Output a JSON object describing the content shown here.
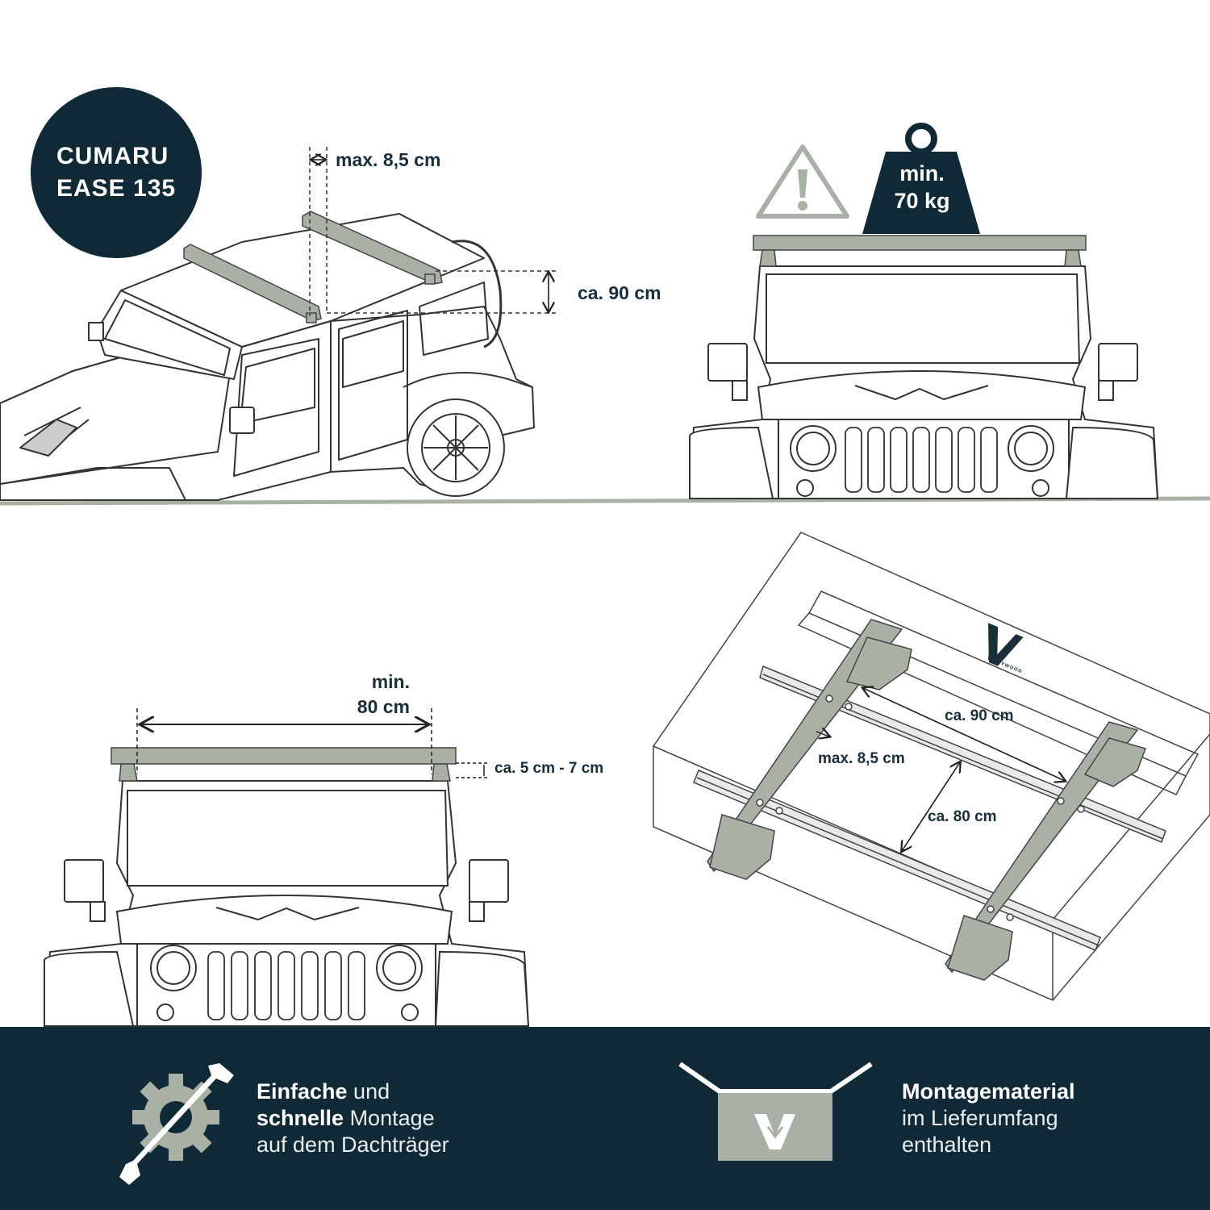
{
  "badge": {
    "line1": "CUMARU",
    "line2": "EASE 135"
  },
  "top_left": {
    "gap_label": "max. 8,5 cm",
    "spacing_label": "ca. 90 cm"
  },
  "top_right": {
    "weight_line1": "min.",
    "weight_line2": "70 kg",
    "warning_icon": "warning-icon",
    "weight_icon": "weight-icon"
  },
  "bottom_left": {
    "width_line1": "min.",
    "width_line2": "80 cm",
    "height_label": "ca. 5 cm - 7 cm"
  },
  "bottom_right": {
    "spacing_label": "ca. 90 cm",
    "gap_label": "max. 8,5 cm",
    "width_label": "ca. 80 cm",
    "logo_text": "VICKYWOOD"
  },
  "footer": {
    "left": {
      "bold1": "Einfache",
      "normal1": " und",
      "bold2": "schnelle",
      "normal2": " Montage",
      "line3": "auf dem Dachträger",
      "icon": "wrench-gear-icon"
    },
    "right": {
      "line1": "Montagematerial",
      "line2": "im Lieferumfang",
      "line3": "enthalten",
      "icon": "box-icon"
    }
  },
  "colors": {
    "navy": "#0f2a36",
    "sage": "#a9b1a6",
    "line": "#333333"
  }
}
